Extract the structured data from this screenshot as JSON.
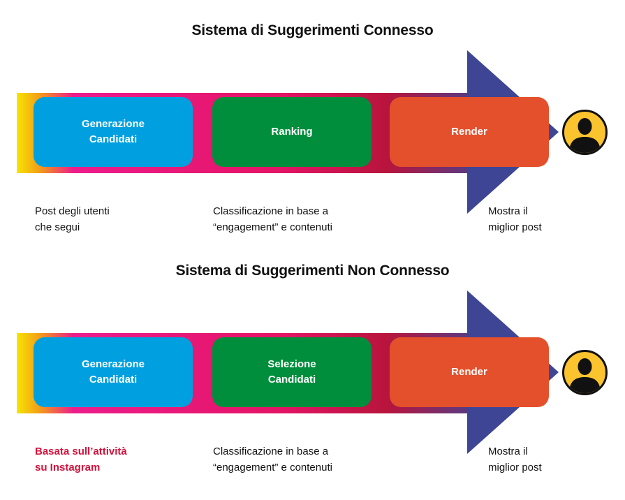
{
  "colors": {
    "gradient": [
      "#f6e400",
      "#ec1c8c",
      "#c2185b",
      "#3f4595"
    ],
    "arrow_head": "#3f4595",
    "stage_1": "#00a0e0",
    "stage_2": "#008e3c",
    "stage_3": "#e4502b",
    "accent_text": "#d2123c",
    "avatar_fill": "#fbc32d"
  },
  "sections": [
    {
      "title": "Sistema di Suggerimenti Connesso",
      "stages": [
        "Generazione Candidati",
        "Ranking",
        "Render"
      ],
      "captions": [
        [
          "Post degli utenti",
          "che segui"
        ],
        [
          "Classificazione in base a",
          "“engagement” e contenuti"
        ],
        [
          "Mostra il",
          "miglior post"
        ]
      ],
      "user_icon": "user-avatar-icon"
    },
    {
      "title": "Sistema di Suggerimenti Non Connesso",
      "stages": [
        "Generazione Candidati",
        "Selezione Candidati",
        "Render"
      ],
      "captions": [
        [
          "Basata sull’attività",
          "su Instagram"
        ],
        [
          "Classificazione in base a",
          "“engagement” e contenuti"
        ],
        [
          "Mostra il",
          "miglior post"
        ]
      ],
      "user_icon": "user-avatar-icon"
    }
  ]
}
